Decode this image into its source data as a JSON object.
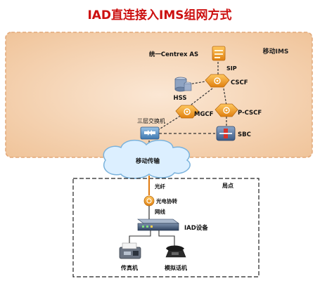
{
  "title": "IAD直连接入IMS组网方式",
  "ims_domain": {
    "label": "移动IMS"
  },
  "nodes": {
    "centrex_as": "统一Centrex AS",
    "sip": "SIP",
    "cscf": "CSCF",
    "hss": "HSS",
    "mgcf": "MGCF",
    "pcscf": "P-CSCF",
    "switch": "三层交换机",
    "sbc": "SBC",
    "transport": "移动传输"
  },
  "site": {
    "label": "局点",
    "fiber": "光纤",
    "converter": "光电协转",
    "cable": "网线",
    "iad": "IAD设备",
    "fax": "传真机",
    "phone": "模拟话机"
  },
  "colors": {
    "title": "#cc1010",
    "ims_fill": "#f8dcc0",
    "ims_fill_edge": "#e8b88c",
    "node_orange": "#f5a020",
    "node_orange_dark": "#c47010",
    "cloud": "#d8ecf8",
    "cloud_edge": "#88b8d8",
    "line": "#333333",
    "link_orange": "#e07a10"
  }
}
